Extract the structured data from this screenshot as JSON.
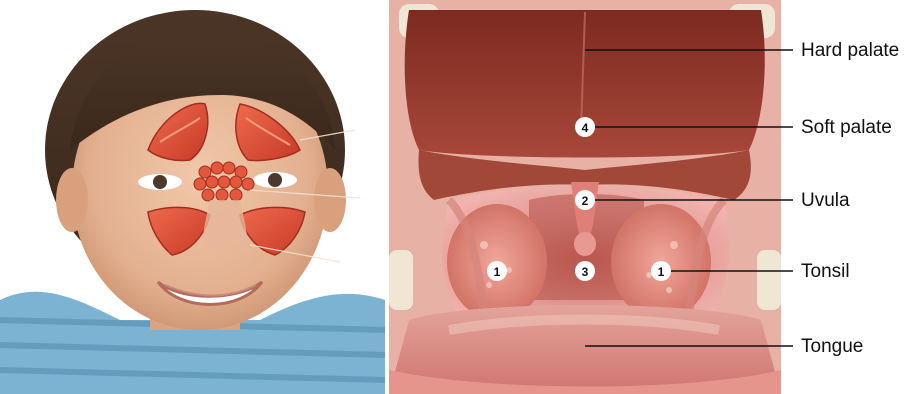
{
  "figure": {
    "left_panel": {
      "subject": "child-face-with-sinus-overlay"
    },
    "right_panel": {
      "subject": "open-mouth-throat-photo",
      "labels": [
        {
          "text": "Hard palate"
        },
        {
          "text": "Soft palate"
        },
        {
          "text": "Uvula"
        },
        {
          "text": "Tonsil"
        },
        {
          "text": "Tongue"
        }
      ],
      "markers": [
        {
          "text": "4"
        },
        {
          "text": "2"
        },
        {
          "text": "1"
        },
        {
          "text": "3"
        },
        {
          "text": "1"
        }
      ]
    }
  },
  "colors": {
    "sinus": "#e0503a",
    "sinus_dark": "#b83020",
    "palate": "#8a3026",
    "throat_pink": "#e59a98",
    "tongue": "#d97a78",
    "skin": "#e6b89a",
    "shirt": "#6aa6c8"
  }
}
